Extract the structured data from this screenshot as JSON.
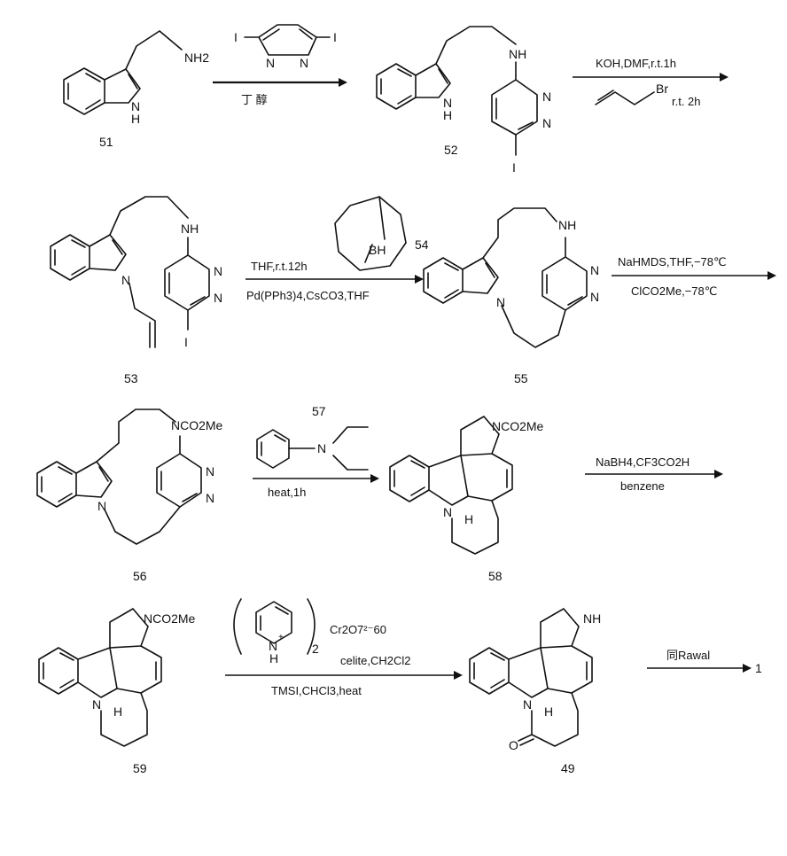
{
  "compounds": {
    "c51": {
      "label": "51",
      "nh2": "NH2",
      "nh": "N",
      "h": "H"
    },
    "c52": {
      "label": "52",
      "nh": "NH",
      "n_ind": "N",
      "h": "H",
      "n1": "N",
      "n2": "N",
      "i": "I"
    },
    "c53": {
      "label": "53",
      "nh": "NH",
      "n_ind": "N",
      "n1": "N",
      "n2": "N",
      "i": "I"
    },
    "c54": {
      "label": "54",
      "bh": "BH"
    },
    "c55": {
      "label": "55",
      "nh": "NH",
      "n_ind": "N",
      "n1": "N",
      "n2": "N"
    },
    "c56": {
      "label": "56",
      "sub": "NCO2Me",
      "n_ind": "N",
      "n1": "N",
      "n2": "N"
    },
    "c57": {
      "label": "57",
      "n": "N"
    },
    "c58": {
      "label": "58",
      "sub": "NCO2Me",
      "n": "N",
      "h": "H"
    },
    "c59": {
      "label": "59",
      "sub": "NCO2Me",
      "n": "N",
      "h": "H"
    },
    "c49": {
      "label": "49",
      "nh": "NH",
      "n": "N",
      "h": "H",
      "o": "O"
    },
    "pyr": {
      "nh": "N",
      "plus": "+",
      "h": "H",
      "sub2": "2"
    },
    "product": {
      "label": "1"
    }
  },
  "reagents": {
    "r1_top": "I — diiodopyridazine — I",
    "r1_top_i_left": "I",
    "r1_top_i_right": "I",
    "r1_top_n": "N",
    "r1_bottom": "丁 醇",
    "r2_top": "KOH,DMF,r.t.1h",
    "r2_br": "Br",
    "r2_cond": "r.t. 2h",
    "r3_top": "THF,r.t.12h",
    "r3_bottom": "Pd(PPh3)4,CsCO3,THF",
    "r4_top": "NaHMDS,THF,−78℃",
    "r4_bottom": "ClCO2Me,−78℃",
    "r5_bottom": "heat,1h",
    "r6_top": "NaBH4,CF3CO2H",
    "r6_bottom": "benzene",
    "r7_cr": "Cr2O7²⁻60",
    "r7_mid": "celite,CH2Cl2",
    "r7_bottom": "TMSI,CHCl3,heat",
    "r8_top": "同Rawal"
  }
}
